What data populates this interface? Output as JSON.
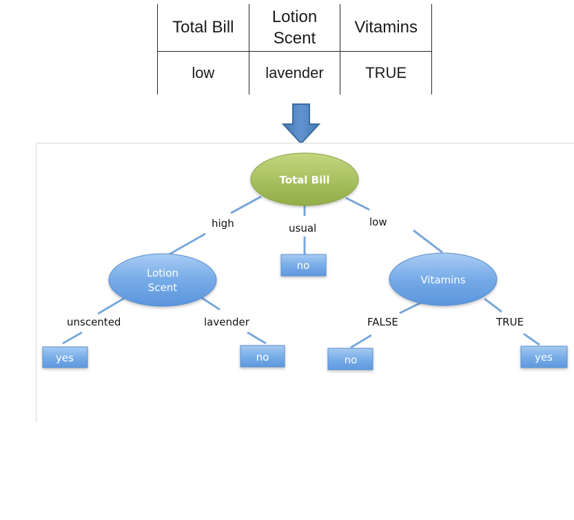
{
  "table": {
    "headers": [
      "Total Bill",
      "Lotion Scent",
      "Vitamins"
    ],
    "row": [
      "low",
      "lavender",
      "TRUE"
    ]
  },
  "tree": {
    "root": {
      "label": "Total Bill"
    },
    "edges": {
      "high": "high",
      "usual": "usual",
      "low": "low",
      "unscented": "unscented",
      "lavender": "lavender",
      "false": "FALSE",
      "true": "TRUE"
    },
    "nodes": {
      "lotion": {
        "line1": "Lotion",
        "line2": "Scent"
      },
      "vitamins": {
        "label": "Vitamins"
      },
      "usual_leaf": {
        "label": "no"
      },
      "unscented_leaf": {
        "label": "yes"
      },
      "lavender_leaf": {
        "label": "no"
      },
      "false_leaf": {
        "label": "no"
      },
      "true_leaf": {
        "label": "yes"
      }
    }
  },
  "colors": {
    "root_fill": "#a3bd5b",
    "node_fill": "#6ea4e2",
    "leaf_fill": "#6fa7e3",
    "edge": "#79a7d8",
    "arrow": "#4f81bd"
  }
}
